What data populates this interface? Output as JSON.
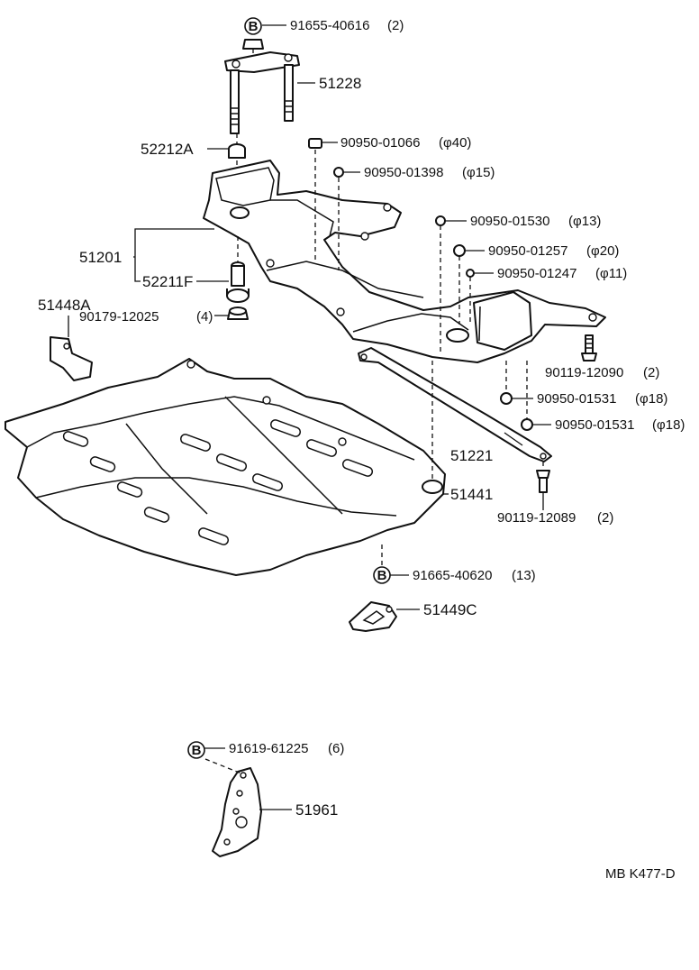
{
  "callouts": {
    "c1": {
      "text": "91655-40616",
      "qty": "(2)",
      "badge": "B"
    },
    "c2": {
      "text": "51228"
    },
    "c3": {
      "text": "52212A"
    },
    "c4": {
      "text": "90950-01066",
      "size": "(φ40)"
    },
    "c5": {
      "text": "90950-01398",
      "size": "(φ15)"
    },
    "c6": {
      "text": "90950-01530",
      "size": "(φ13)"
    },
    "c7": {
      "text": "90950-01257",
      "size": "(φ20)"
    },
    "c8": {
      "text": "90950-01247",
      "size": "(φ11)"
    },
    "c9": {
      "text": "51201"
    },
    "c10": {
      "text": "52211F"
    },
    "c11": {
      "text": "51448A"
    },
    "c12": {
      "text": "90179-12025",
      "qty": "(4)"
    },
    "c13": {
      "text": "90119-12090",
      "qty": "(2)"
    },
    "c14": {
      "text": "90950-01531",
      "size": "(φ18)"
    },
    "c15": {
      "text": "90950-01531",
      "size": "(φ18)"
    },
    "c16": {
      "text": "51221"
    },
    "c17": {
      "text": "51441"
    },
    "c18": {
      "text": "90119-12089",
      "qty": "(2)"
    },
    "c19": {
      "text": "91665-40620",
      "qty": "(13)",
      "badge": "B"
    },
    "c20": {
      "text": "51449C"
    },
    "c21": {
      "text": "91619-61225",
      "qty": "(6)",
      "badge": "B"
    },
    "c22": {
      "text": "51961"
    }
  },
  "diagram_code": "MB K477-D"
}
